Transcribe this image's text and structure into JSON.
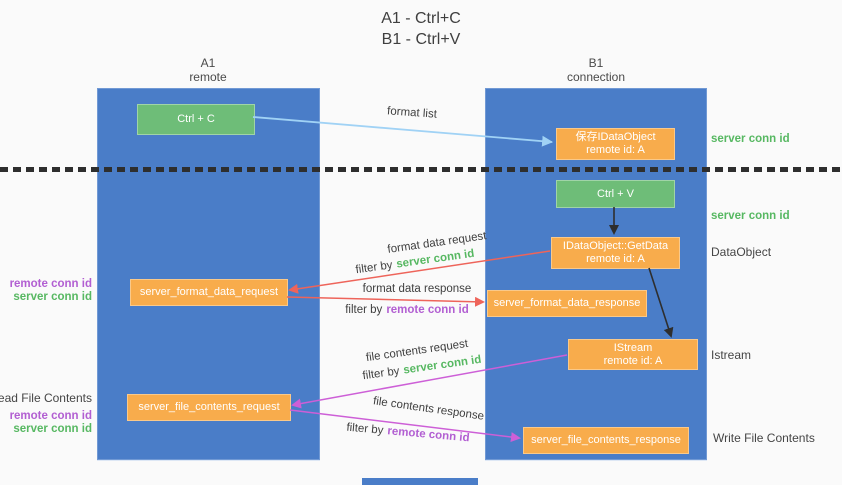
{
  "title": {
    "line1": "A1 - Ctrl+C",
    "line2": "B1 - Ctrl+V"
  },
  "lifelines": {
    "a": {
      "title": "A1",
      "subtitle": "remote"
    },
    "b": {
      "title": "B1",
      "subtitle": "connection"
    }
  },
  "nodes": {
    "ctrl_c": "Ctrl + C",
    "ctrl_v": "Ctrl + V",
    "save_idataobject": {
      "line1": "保存IDataObject",
      "line2": "remote id: A"
    },
    "getdata": {
      "line1": "IDataObject::GetData",
      "line2": "remote id: A"
    },
    "istream": {
      "line1": "IStream",
      "line2": "remote id: A"
    },
    "server_format_data_request": "server_format_data_request",
    "server_format_data_response": "server_format_data_response",
    "server_file_contents_request": "server_file_contents_request",
    "server_file_contents_response": "server_file_contents_response"
  },
  "flow_labels": {
    "format_list": "format list",
    "format_data_request": "format data request",
    "format_data_response": "format data response",
    "file_contents_request": "file contents request",
    "file_contents_response": "file contents response",
    "filter_by": "filter by",
    "server_conn_id": "server conn id",
    "remote_conn_id": "remote conn id"
  },
  "side_labels": {
    "server_conn_id_top": "server conn id",
    "server_conn_id_mid": "server conn id",
    "dataobject": "DataObject",
    "istream": "Istream",
    "write_file_contents": "Write File Contents",
    "read_file_contents": "Read File Contents",
    "remote_conn_id_1": "remote conn id",
    "server_conn_id_1": "server conn id",
    "remote_conn_id_2": "remote conn id",
    "server_conn_id_2": "server conn id"
  },
  "colors": {
    "bg": "#fafafa",
    "column_blue": "#4a7dc8",
    "box_green": "#6ebd78",
    "box_orange": "#f8ac4c",
    "text_dark": "#3f3f3f",
    "label_green": "#57b862",
    "label_purple": "#b25fd2",
    "arrow_blue": "#a0d2f5",
    "arrow_red": "#ee645a",
    "arrow_magenta": "#cd5fd7",
    "arrow_black": "#2e2e2e"
  }
}
